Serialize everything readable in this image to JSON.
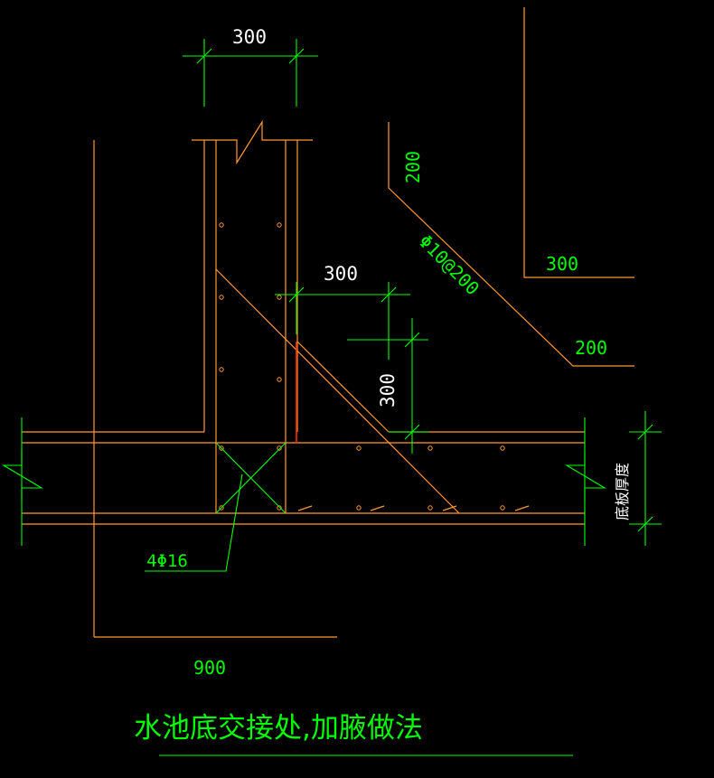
{
  "colors": {
    "background": "#000000",
    "structure": "#ff9933",
    "dimension": "#00ff00",
    "white": "#ffffff",
    "accent": "#ff3300"
  },
  "dimensions": {
    "top_width": "300",
    "haunch_width": "300",
    "haunch_height": "300",
    "rebar_leg_vertical": "200",
    "rebar_leg_horizontal_top": "300",
    "rebar_leg_horizontal_bottom": "200",
    "bottom_length": "900"
  },
  "labels": {
    "haunch_rebar": "Φ10@200",
    "corner_rebar": "4Φ16",
    "slab_thickness": "底板厚度"
  },
  "title": "水池底交接处,加腋做法"
}
